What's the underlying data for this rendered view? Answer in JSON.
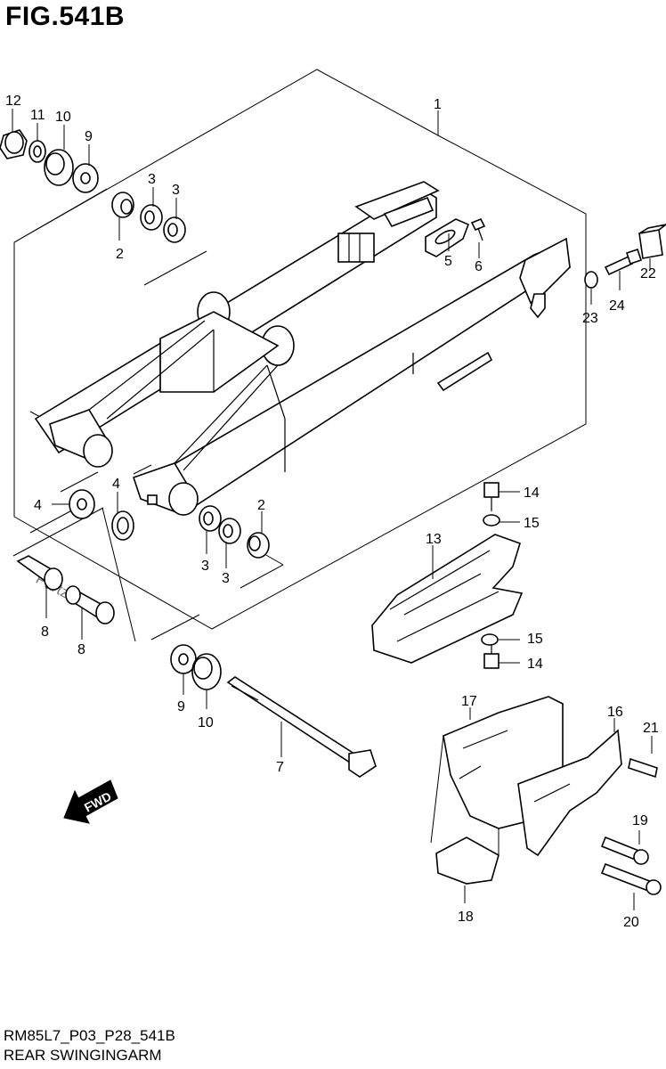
{
  "figure": {
    "title": "FIG.541B",
    "code": "RM85L7_P03_P28_541B",
    "name": "REAR SWINGINGARM",
    "watermark": "Partzilla.com"
  },
  "direction_indicator": {
    "label": "FWD",
    "icon": "fwd-arrow-icon"
  },
  "callouts": {
    "c1": "1",
    "c2a": "2",
    "c2b": "2",
    "c3a": "3",
    "c3b": "3",
    "c3c": "3",
    "c3d": "3",
    "c4a": "4",
    "c4b": "4",
    "c5": "5",
    "c6": "6",
    "c7": "7",
    "c8a": "8",
    "c8b": "8",
    "c9a": "9",
    "c9b": "9",
    "c10a": "10",
    "c10b": "10",
    "c11": "11",
    "c12": "12",
    "c13": "13",
    "c14a": "14",
    "c14b": "14",
    "c15a": "15",
    "c15b": "15",
    "c16": "16",
    "c17": "17",
    "c18": "18",
    "c19": "19",
    "c20": "20",
    "c21": "21",
    "c22": "22",
    "c23": "23",
    "c24": "24"
  }
}
